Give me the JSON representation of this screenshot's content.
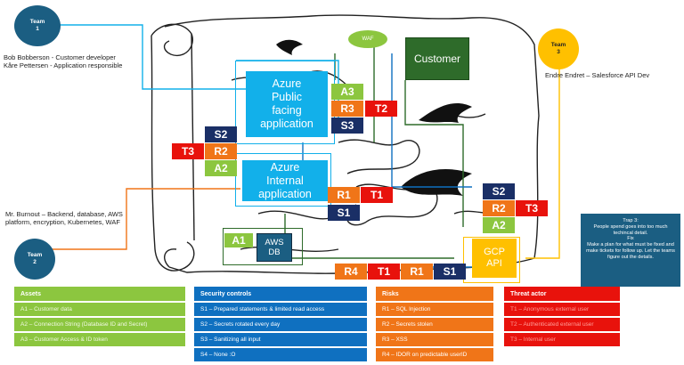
{
  "teams": {
    "team1": "Team\n1",
    "team2": "Team\n2",
    "team3": "Team\n3"
  },
  "notes": {
    "team1_line1": "Bob Bobberson - Customer developer",
    "team1_line2": "Kåre Pettersen -  Application responsible",
    "team3": "Endre Endret – Salesforce API Dev",
    "team2_line1": "Mr. Burnout – Backend, database, AWS",
    "team2_line2": "platform, encryption, Kubernetes,  WAF"
  },
  "nodes": {
    "waf": "WAF",
    "customer": "Customer",
    "azure_public": "Azure\nPublic\nfacing\napplication",
    "azure_internal": "Azure\nInternal\napplication",
    "aws_db": "AWS\nDB",
    "gcp_api": "GCP\nAPI"
  },
  "tags": {
    "a3": "A3",
    "r3": "R3",
    "t2": "T2",
    "s3": "S3",
    "s2_left": "S2",
    "t3_left": "T3",
    "r2_left": "R2",
    "a2_left": "A2",
    "r1_mid": "R1",
    "t1_mid": "T1",
    "s1_mid": "S1",
    "a1": "A1",
    "r4_bot": "R4",
    "t1_bot": "T1",
    "r1_bot": "R1",
    "s1_bot": "S1",
    "s2_right": "S2",
    "r2_right": "R2",
    "t3_right": "T3",
    "a2_right": "A2"
  },
  "trap": {
    "title": "Trap 3:",
    "line1": "People spend goes into too much techincal detail.",
    "line2": "Fix",
    "line3": "Make a plan for what must be fixed and make tickets for follow up. Let the teams figure out the details."
  },
  "legend": {
    "assets": {
      "header": "Assets",
      "items": [
        "A1 – Customer data",
        "A2 – Connection String (Database ID and Secret)",
        "A3 – Customer Access & ID token"
      ]
    },
    "security": {
      "header": "Security controls",
      "items": [
        "S1 – Prepared statements & limited read access",
        "S2 – Secrets rotated every day",
        "S3 – Sanitizing all input",
        "S4 – None :O"
      ]
    },
    "risks": {
      "header": "Risks",
      "items": [
        "R1 – SQL Injection",
        "R2 – Secrets stolen",
        "R3 – XSS",
        "R4 – IDOR on predictable userID"
      ]
    },
    "threats": {
      "header": "Threat actor",
      "items": [
        "T1 – Anonymous external user",
        "T2 – Authenticated external user",
        "T3 – Internal user"
      ]
    }
  },
  "colors": {
    "asset": "#8cc63f",
    "security": "#0f70c0",
    "risk": "#f07518",
    "threat": "#e8120c",
    "azure": "#12b0ea",
    "customer": "#2e6b2a",
    "gcp": "#ffc000",
    "team": "#ffc000"
  }
}
